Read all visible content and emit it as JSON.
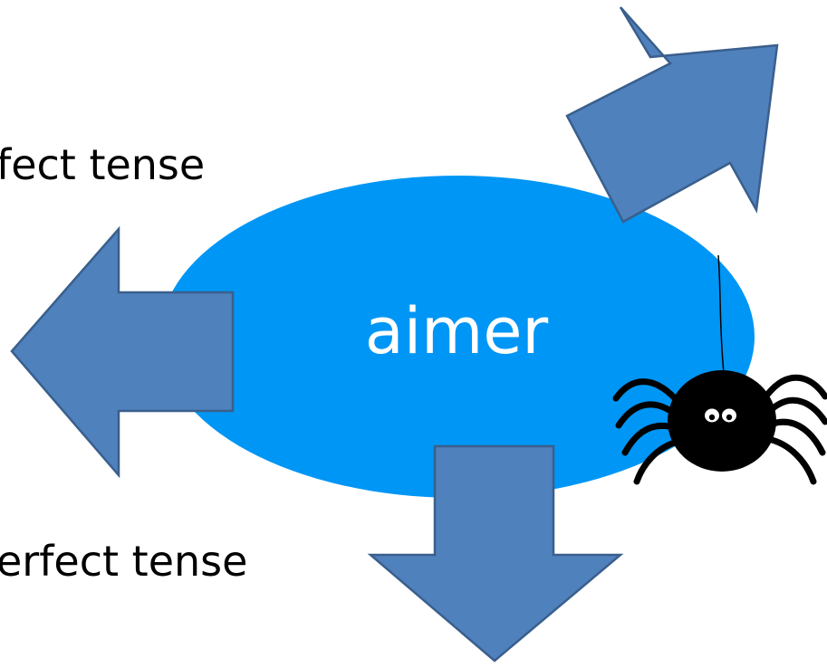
{
  "slide": {
    "center_word": "aimer",
    "upper_caption": "fect tense",
    "lower_caption": "erfect tense"
  },
  "colors": {
    "background": "#ffffff",
    "ellipse_fill": "#0096F5",
    "arrow_fill": "#4F81BD",
    "arrow_stroke": "#3A5F8C",
    "spider_body": "#000000",
    "text_dark": "#000000",
    "text_light": "#ffffff"
  },
  "icons": {
    "up_right_arrow": "arrow-up-right-icon",
    "left_arrow": "arrow-left-icon",
    "down_arrow": "arrow-down-icon",
    "spider": "spider-icon"
  }
}
